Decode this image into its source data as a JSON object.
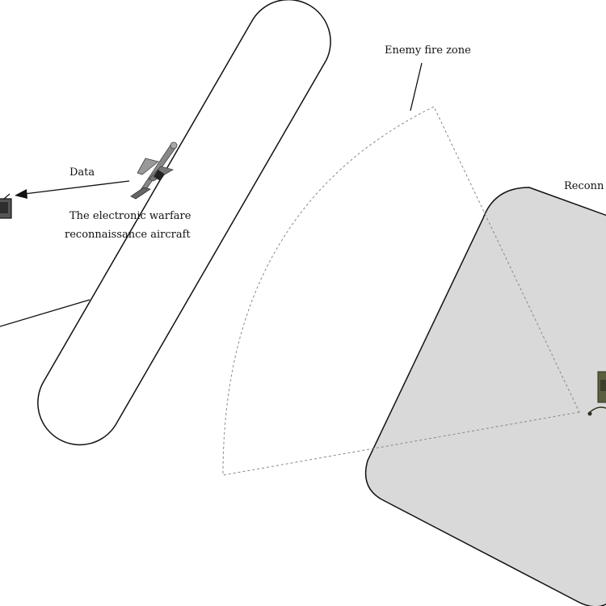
{
  "labels": {
    "enemy_fire_zone": "Enemy fire zone",
    "data": "Data",
    "aircraft_line1": "The electronic warfare",
    "aircraft_line2": "reconnaissance aircraft",
    "reconnaissance_partial": "Reconn"
  },
  "colors": {
    "outline": "#111111",
    "fire_zone_stroke": "#888888",
    "recon_area_fill": "#d9d9d9",
    "background": "#ffffff"
  },
  "icons": {
    "aircraft": "uav-aircraft-icon",
    "ground_station": "ground-station-icon",
    "ground_vehicle": "recon-vehicle-icon"
  }
}
